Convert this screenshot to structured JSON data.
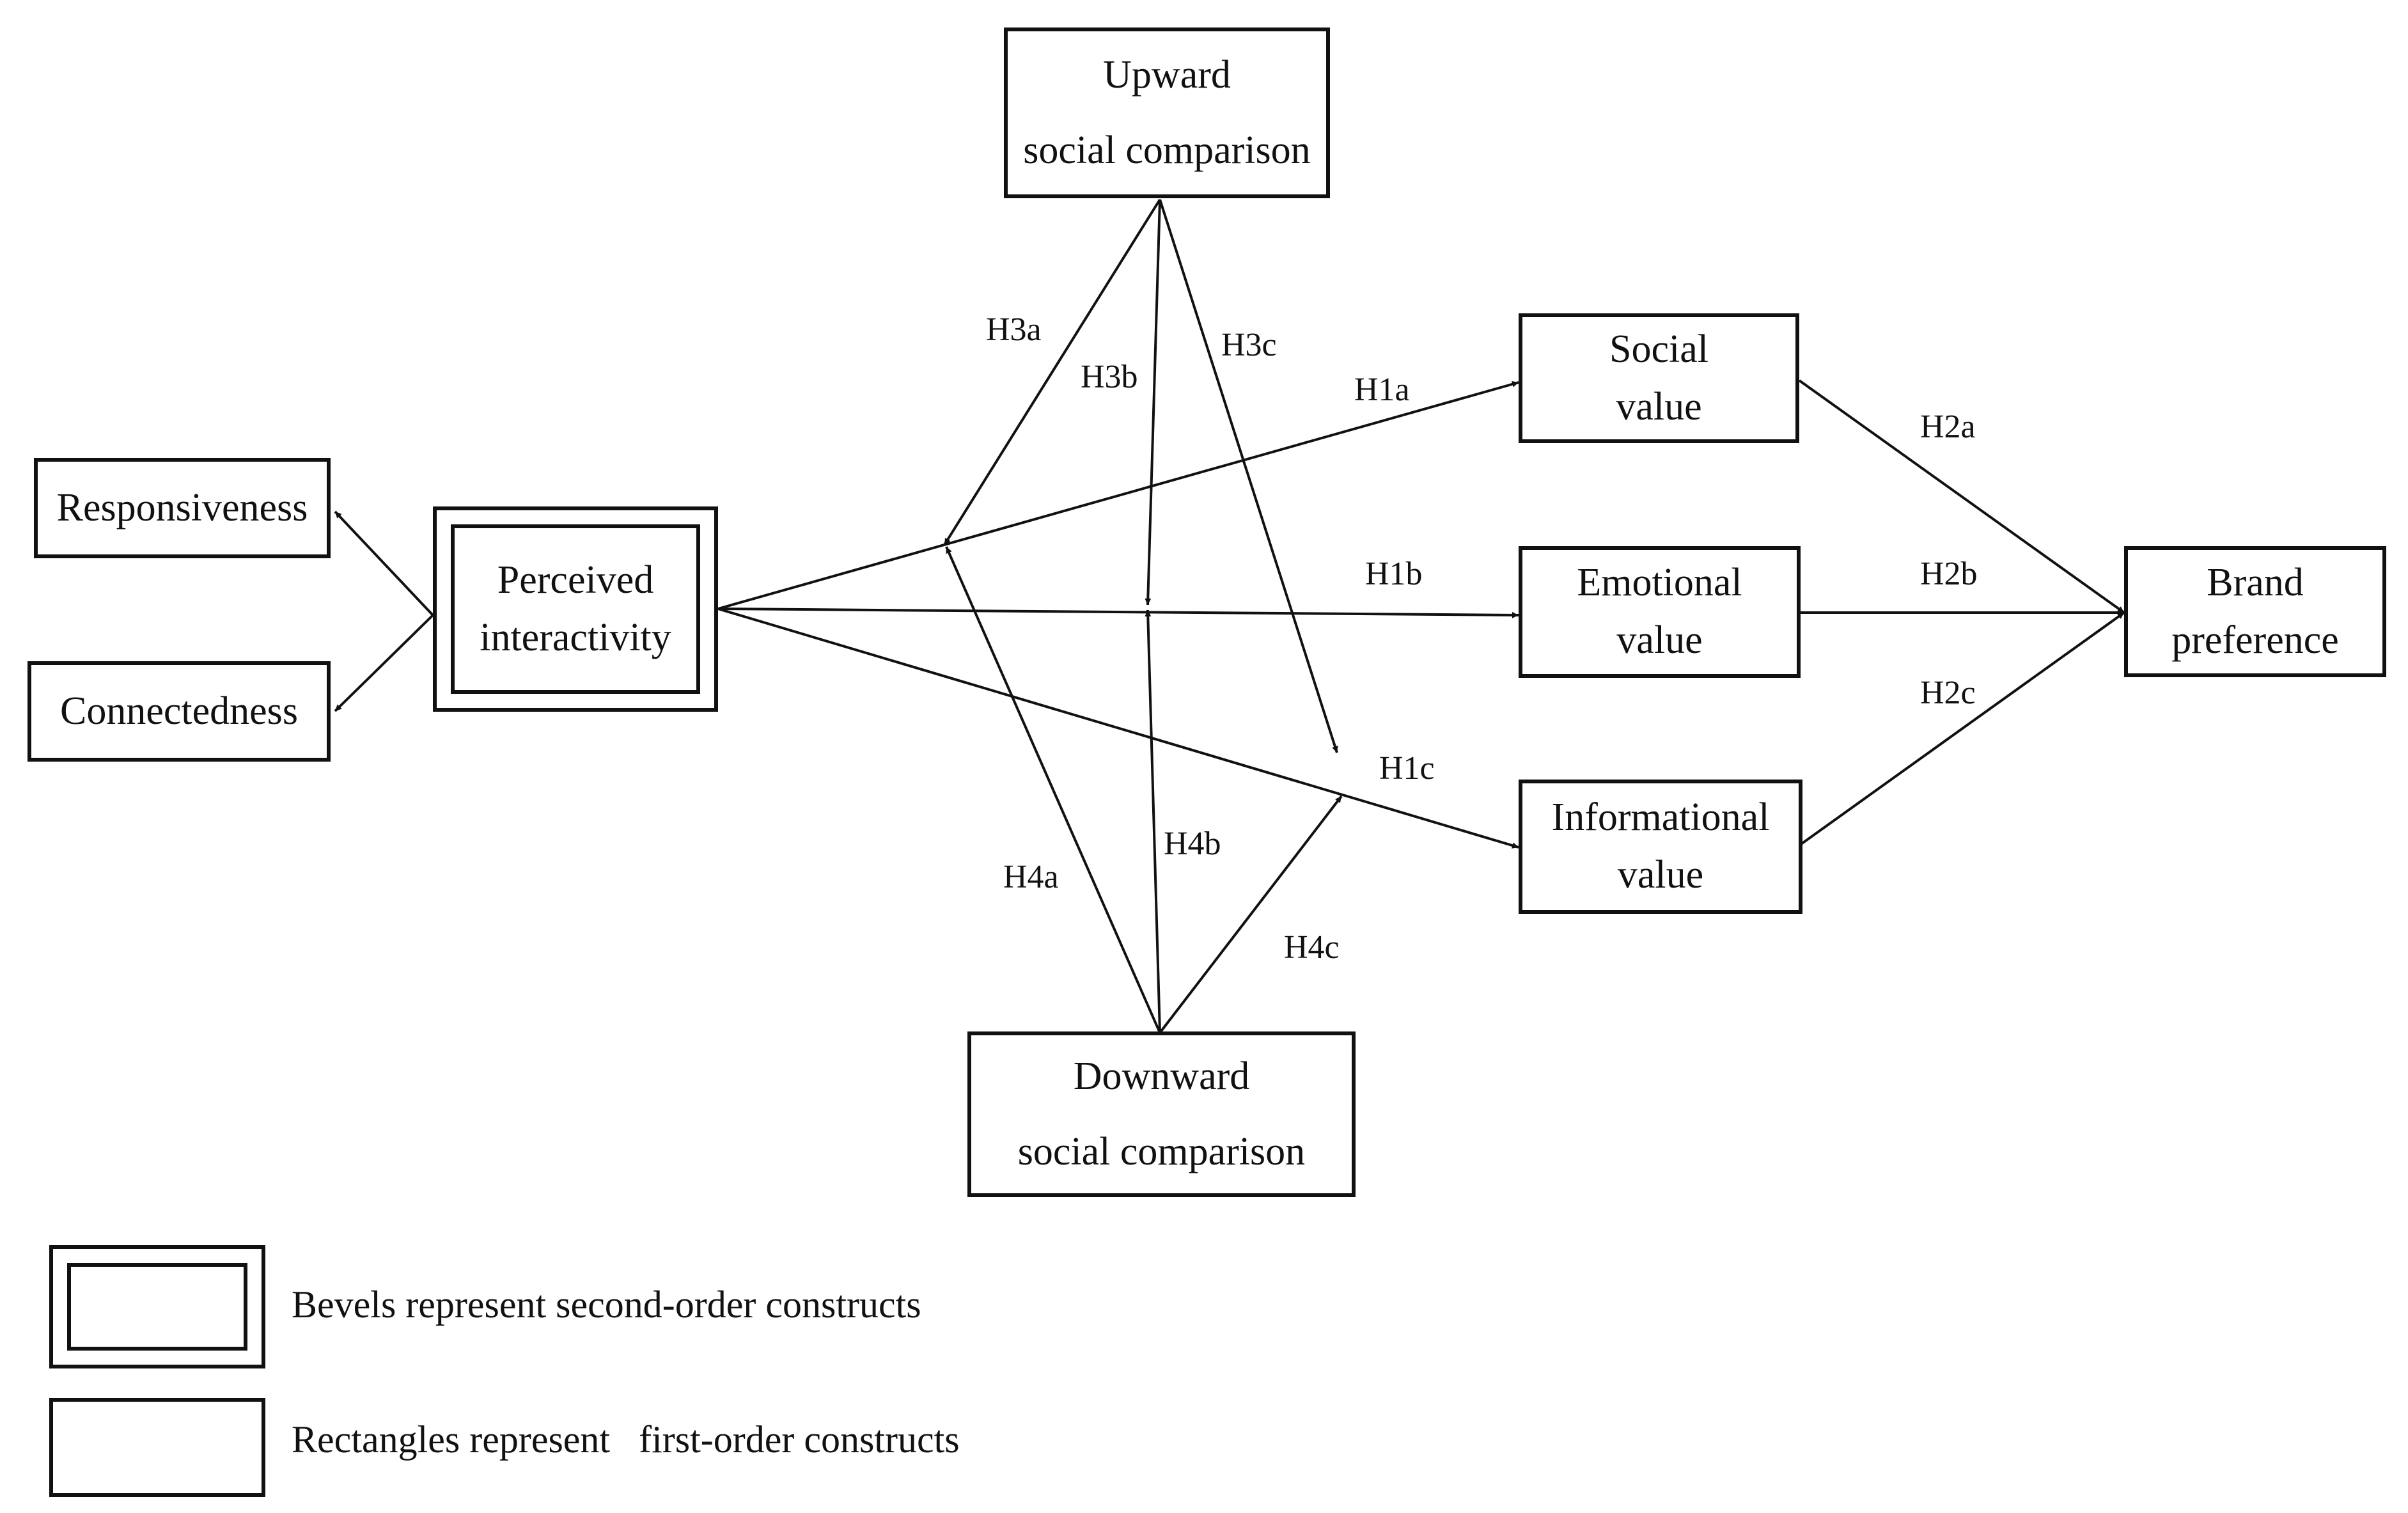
{
  "nodes": {
    "upward": {
      "line1": "Upward",
      "line2": "social comparison"
    },
    "downward": {
      "line1": "Downward",
      "line2": "social comparison"
    },
    "responsiveness": {
      "line1": "Responsiveness"
    },
    "connectedness": {
      "line1": "Connectedness"
    },
    "perceived": {
      "line1": "Perceived",
      "line2": "interactivity"
    },
    "social": {
      "line1": "Social",
      "line2": "value"
    },
    "emotional": {
      "line1": "Emotional",
      "line2": "value"
    },
    "informational": {
      "line1": "Informational",
      "line2": "value"
    },
    "brand": {
      "line1": "Brand",
      "line2": "preference"
    }
  },
  "labels": {
    "h1a": "H1a",
    "h1b": "H1b",
    "h1c": "H1c",
    "h2a": "H2a",
    "h2b": "H2b",
    "h2c": "H2c",
    "h3a": "H3a",
    "h3b": "H3b",
    "h3c": "H3c",
    "h4a": "H4a",
    "h4b": "H4b",
    "h4c": "H4c"
  },
  "legend": {
    "bevel_text": "Bevels represent second-order constructs",
    "rect_text": "Rectangles represent   first-order constructs"
  }
}
